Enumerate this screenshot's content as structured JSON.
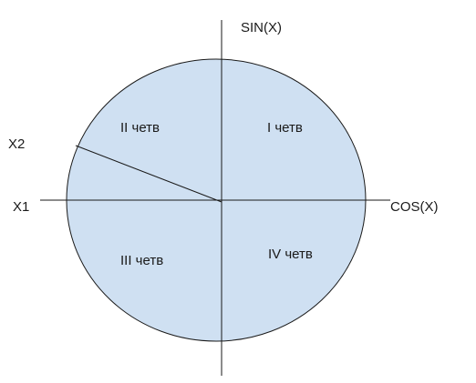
{
  "diagram": {
    "axis_labels": {
      "y_axis": "SIN(X)",
      "x_axis": "COS(X)"
    },
    "point_labels": {
      "x1": "X1",
      "x2": "X2"
    },
    "quadrants": {
      "q1": "I четв",
      "q2": "II четв",
      "q3": "III четв",
      "q4": "IV четв"
    },
    "colors": {
      "circle_fill": "#cfe0f2",
      "stroke": "#1a1a1a"
    }
  }
}
